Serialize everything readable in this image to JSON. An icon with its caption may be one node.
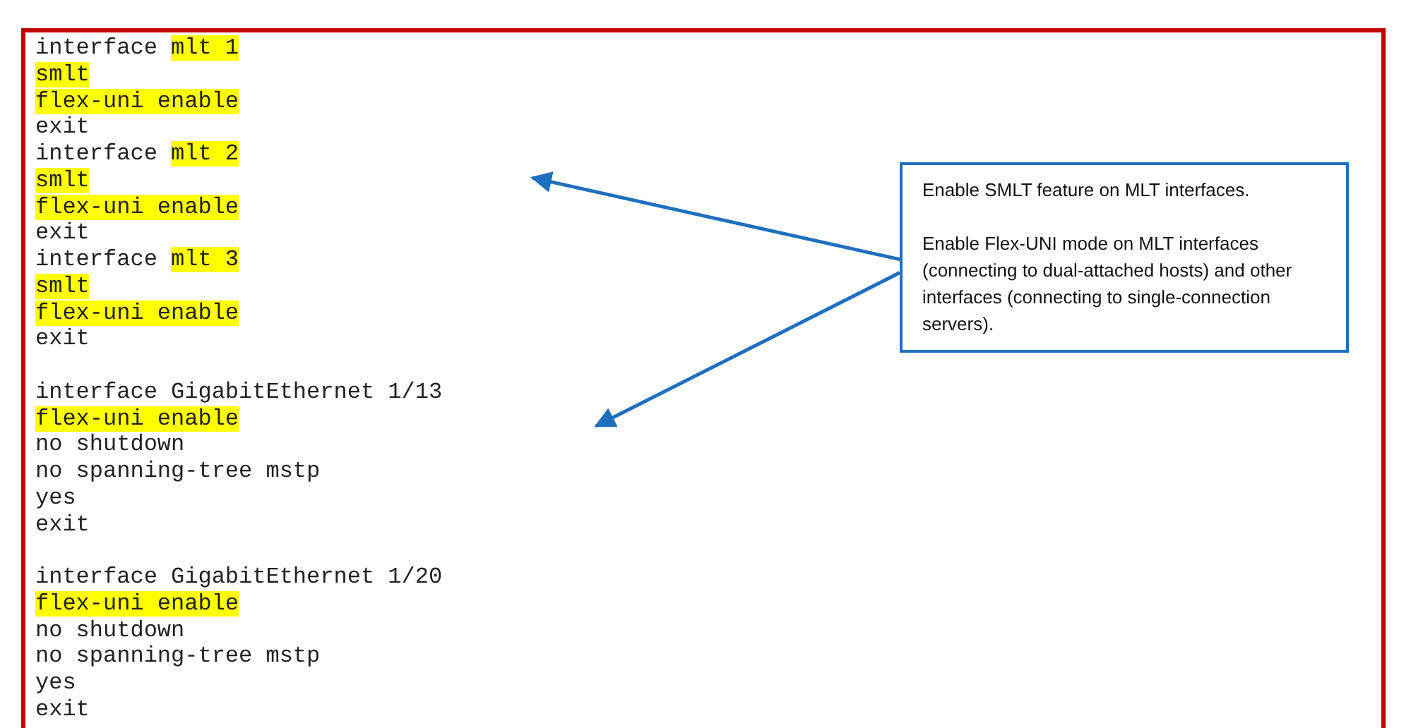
{
  "diagram": {
    "nodes": [
      {
        "text": [
          "interface mlt 1",
          "smlt",
          "flex-uni enable",
          "exit",
          "interface mlt 2",
          "smlt",
          "flex-uni enable",
          "exit",
          "interface mlt 3",
          "smlt",
          "flex-uni enable",
          "exit",
          "interface GigabitEthernet 1/13",
          "flex-uni enable",
          "no shutdown",
          "no spanning-tree mstp",
          "yes",
          "exit",
          "interface GigabitEthernet 1/20",
          "flex-uni enable",
          "no shutdown",
          "no spanning-tree mstp",
          "yes",
          "exit"
        ]
      },
      {
        "in": 0,
        "text": [
          "Enable SMLT feature on MLT interfaces.",
          "Enable Flex-UNI mode on MLT interfaces (connecting to dual-attached hosts) and other interfaces (connecting to single-connection servers)."
        ]
      }
    ],
    "edges": [
      {
        "from": 1,
        "to": 0,
        "arrow": "to"
      },
      {
        "from": 1,
        "to": 0,
        "arrow": "to"
      }
    ]
  }
}
